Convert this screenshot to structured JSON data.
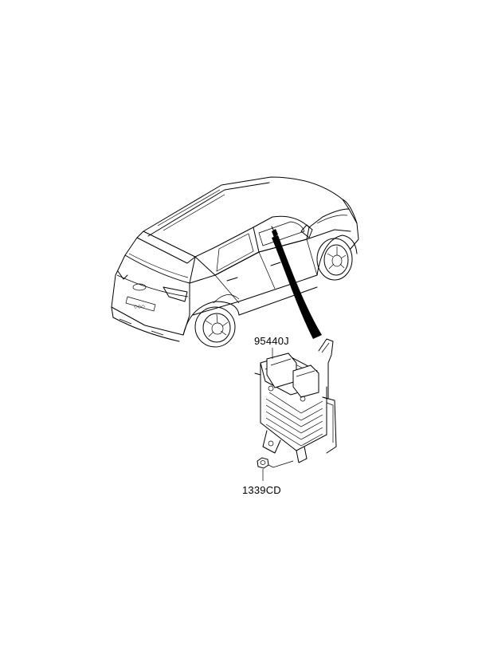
{
  "parts": [
    {
      "id": "ecu",
      "label": "95440J"
    },
    {
      "id": "nut",
      "label": "1339CD"
    }
  ],
  "colors": {
    "line": "#000000",
    "background": "#ffffff"
  }
}
